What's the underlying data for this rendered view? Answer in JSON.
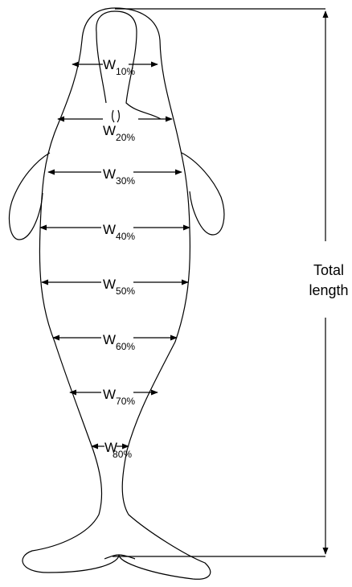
{
  "labels": {
    "total_length_line1": "Total",
    "total_length_line2": "length"
  },
  "width_measurements": [
    {
      "letter": "W",
      "subscript": "10%"
    },
    {
      "letter": "W",
      "subscript": "20%"
    },
    {
      "letter": "W",
      "subscript": "30%"
    },
    {
      "letter": "W",
      "subscript": "40%"
    },
    {
      "letter": "W",
      "subscript": "50%"
    },
    {
      "letter": "W",
      "subscript": "60%"
    },
    {
      "letter": "W",
      "subscript": "70%"
    },
    {
      "letter": "W",
      "subscript": "80%"
    }
  ],
  "colors": {
    "line": "#000000",
    "background": "#ffffff"
  }
}
